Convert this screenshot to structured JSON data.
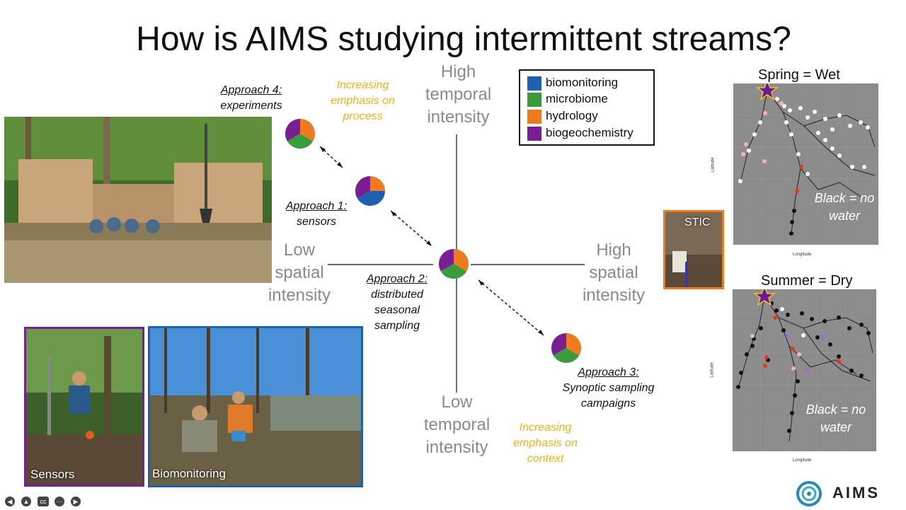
{
  "slide": {
    "title": "How is AIMS studying intermittent streams?"
  },
  "axes": {
    "top": "High temporal intensity",
    "bottom": "Low temporal intensity",
    "left": "Low spatial intensity",
    "right": "High spatial intensity"
  },
  "approaches": {
    "a1": {
      "title": "Approach 1:",
      "desc": "sensors"
    },
    "a2": {
      "title": "Approach 2:",
      "desc": "distributed seasonal sampling"
    },
    "a3": {
      "title": "Approach 3:",
      "desc": "Synoptic sampling campaigns"
    },
    "a4": {
      "title": "Approach 4:",
      "desc": "experiments"
    }
  },
  "emphasis": {
    "process": "Increasing emphasis on process",
    "context": "Increasing emphasis on context"
  },
  "legend": [
    {
      "label": "biomonitoring",
      "color": "#1f5fb0"
    },
    {
      "label": "microbiome",
      "color": "#3a9b3a"
    },
    {
      "label": "hydrology",
      "color": "#f07b1e"
    },
    {
      "label": "biogeochemistry",
      "color": "#7a1f93"
    }
  ],
  "photos": {
    "sensors": "Sensors",
    "biomonitoring": "Biomonitoring",
    "stic": "STIC"
  },
  "maps": {
    "spring": {
      "title": "Spring = Wet",
      "note": "Black = no water"
    },
    "summer": {
      "title": "Summer = Dry",
      "note": "Black = no water"
    },
    "xlabel": "Longitude",
    "ylabel": "Latitude"
  },
  "brand": {
    "name": "AIMS"
  },
  "colors": {
    "sensors_frame": "#7a1f93",
    "biomonitoring_frame": "#1f5fb0",
    "stic_frame": "#f07b1e",
    "emphasis": "#f2b01e",
    "star": "#6a1b9a"
  }
}
